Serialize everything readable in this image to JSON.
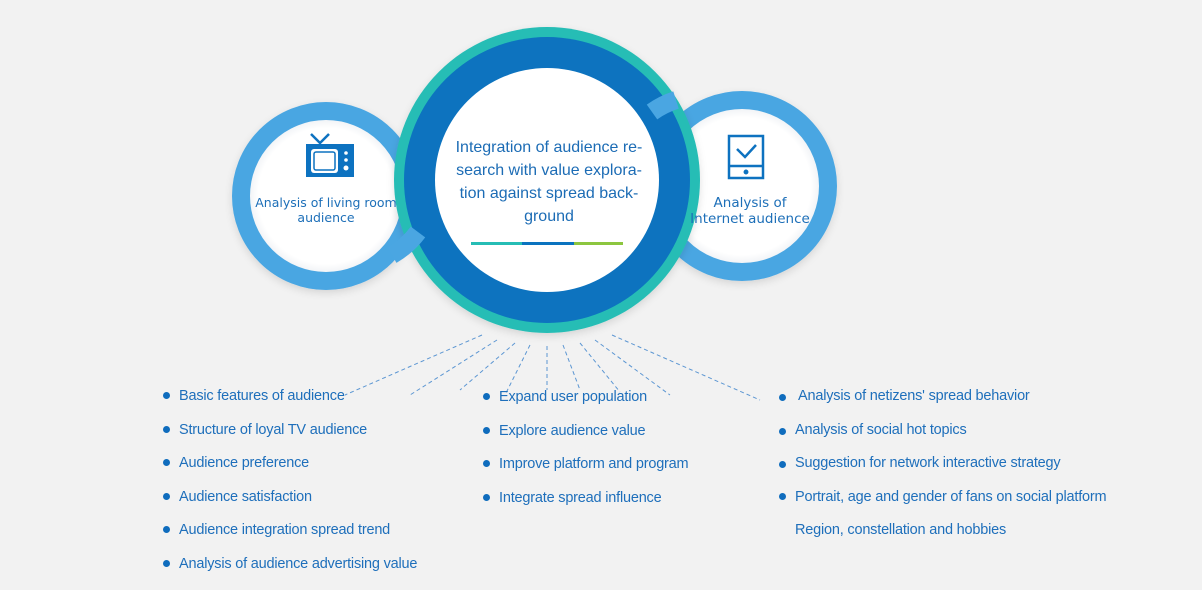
{
  "colors": {
    "background": "#f2f2f2",
    "side_ring": "#4aa6e2",
    "center_ring_outer": "#26bdb5",
    "center_ring_inner": "#0a73bf",
    "text": "#1d6fb8",
    "accent_bar": [
      "#26bdb5",
      "#0a73bf",
      "#8cc63f"
    ]
  },
  "left_circle": {
    "icon": "tv-icon",
    "label": "Analysis of living room audience",
    "label_lines": [
      "Analysis of living room",
      "audience"
    ]
  },
  "center_circle": {
    "title": "Integration of audience re- search with value explora- tion against spread back- ground",
    "title_lines": [
      "Integration of audience re-",
      "search with value explora-",
      "tion against spread back-",
      "ground"
    ]
  },
  "right_circle": {
    "icon": "tablet-check-icon",
    "label": "Analysis of Internet audience",
    "label_lines": [
      "Analysis of",
      "Internet audience"
    ]
  },
  "lists": {
    "left": [
      "Basic features of audience",
      "Structure of loyal TV audience",
      "Audience preference",
      "Audience satisfaction",
      "Audience integration spread trend",
      "Analysis of audience advertising value"
    ],
    "middle": [
      "Expand user population",
      "Explore audience value",
      "Improve platform and program",
      "Integrate spread influence"
    ],
    "right": [
      " Analysis of netizens' spread behavior",
      "Analysis of social hot topics",
      "Suggestion for network interactive strategy",
      "Portrait, age and gender of fans on social platform",
      "Region, constellation and hobbies"
    ]
  }
}
